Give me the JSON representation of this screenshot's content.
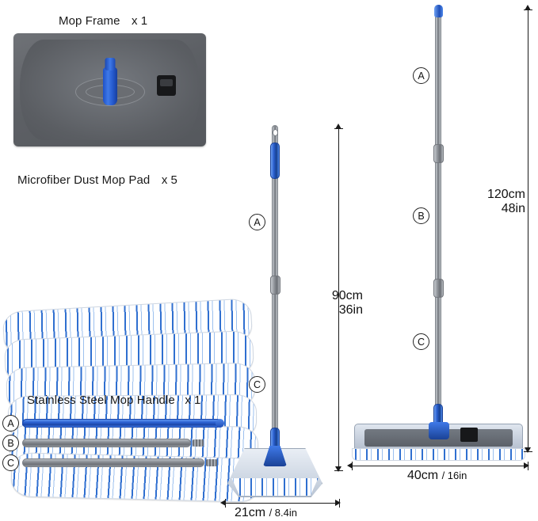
{
  "product": {
    "title_visible": false
  },
  "sections": {
    "mop_frame": {
      "label": "Mop Frame",
      "quantity": "x 1"
    },
    "dust_pads": {
      "label": "Microfiber Dust Mop Pad",
      "quantity": "x 5"
    },
    "handle": {
      "label": "Stainless Steel Mop Handle",
      "quantity": "x 1",
      "segments": [
        "A",
        "B",
        "C"
      ]
    }
  },
  "callouts": {
    "front_mop": [
      "A",
      "C"
    ],
    "tall_mop": [
      "A",
      "B",
      "C"
    ]
  },
  "dimensions": {
    "front_mop_height": {
      "metric": "90cm",
      "imperial": "36in"
    },
    "tall_mop_height": {
      "metric": "120cm",
      "imperial": "48in"
    },
    "front_head_width": {
      "metric": "21cm",
      "imperial": "/ 8.4in"
    },
    "tall_head_width": {
      "metric": "40cm",
      "imperial": "/ 16in"
    }
  },
  "colors": {
    "accent_blue": "#2a5fcf",
    "pole_gray": "#8d9298",
    "frame_gray": "#5d6065",
    "pad_stripe": "#2f6fd0",
    "line_black": "#1a1a1a"
  }
}
